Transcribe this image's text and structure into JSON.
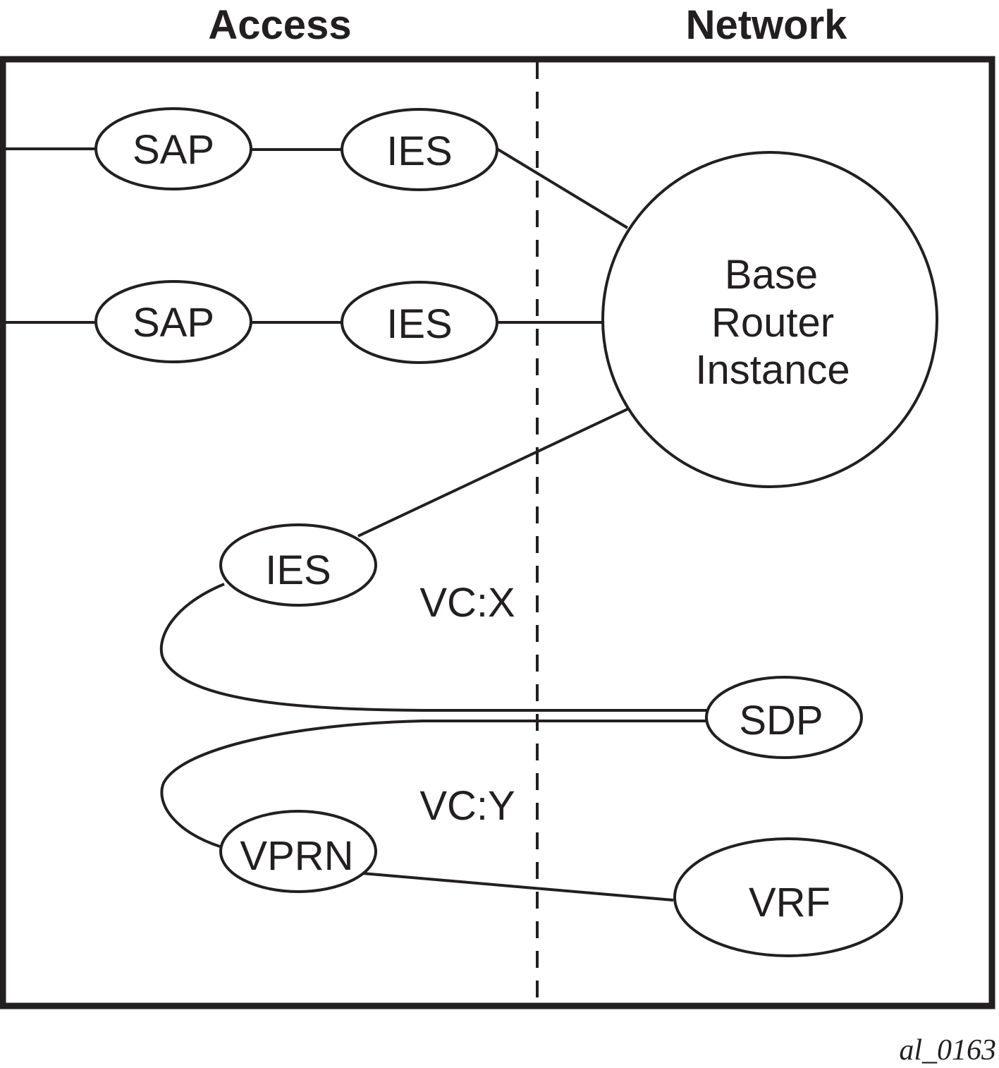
{
  "headers": {
    "access": "Access",
    "network": "Network"
  },
  "nodes": {
    "sap_1": "SAP",
    "ies_1": "IES",
    "sap_2": "SAP",
    "ies_2": "IES",
    "base_router": [
      "Base",
      "Router",
      "Instance"
    ],
    "ies_3": "IES",
    "sdp": "SDP",
    "vprn": "VPRN",
    "vrf": "VRF"
  },
  "labels": {
    "vc_x": "VC:X",
    "vc_y": "VC:Y"
  },
  "figure_id": "al_0163",
  "colors": {
    "ink": "#231f20",
    "background": "#ffffff"
  }
}
